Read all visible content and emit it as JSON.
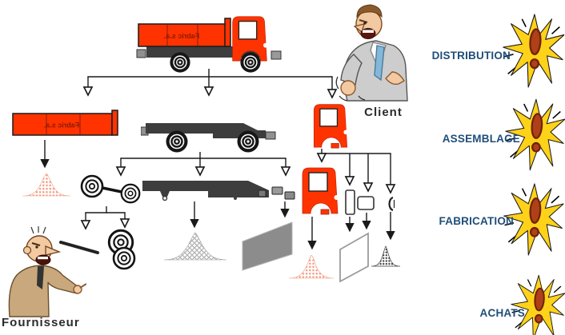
{
  "diagram": {
    "truck_brand": "Fabric s.a.",
    "client_label": "Client",
    "supplier_label": "Fournisseur",
    "stages": [
      {
        "label": "DISTRIBUTION",
        "icon": "alert-burst-icon"
      },
      {
        "label": "ASSEMBLAGE",
        "icon": "alert-burst-icon"
      },
      {
        "label": "FABRICATION",
        "icon": "alert-burst-icon"
      },
      {
        "label": "ACHATS",
        "icon": "alert-burst-icon"
      }
    ]
  },
  "colors": {
    "truck_red": "#ff3300",
    "truck_dark": "#8b1a00",
    "frame_gray": "#3d3d3d",
    "metal_gray": "#919191",
    "stage_blue": "#1f4e79",
    "burst_yellow": "#ffd21a",
    "exclaim_red": "#b04018",
    "bell_pink": "#f59b82",
    "bell_gray": "#8f8f8f",
    "bell_dark": "#3a3a3a",
    "line_black": "#1a1a1a"
  }
}
